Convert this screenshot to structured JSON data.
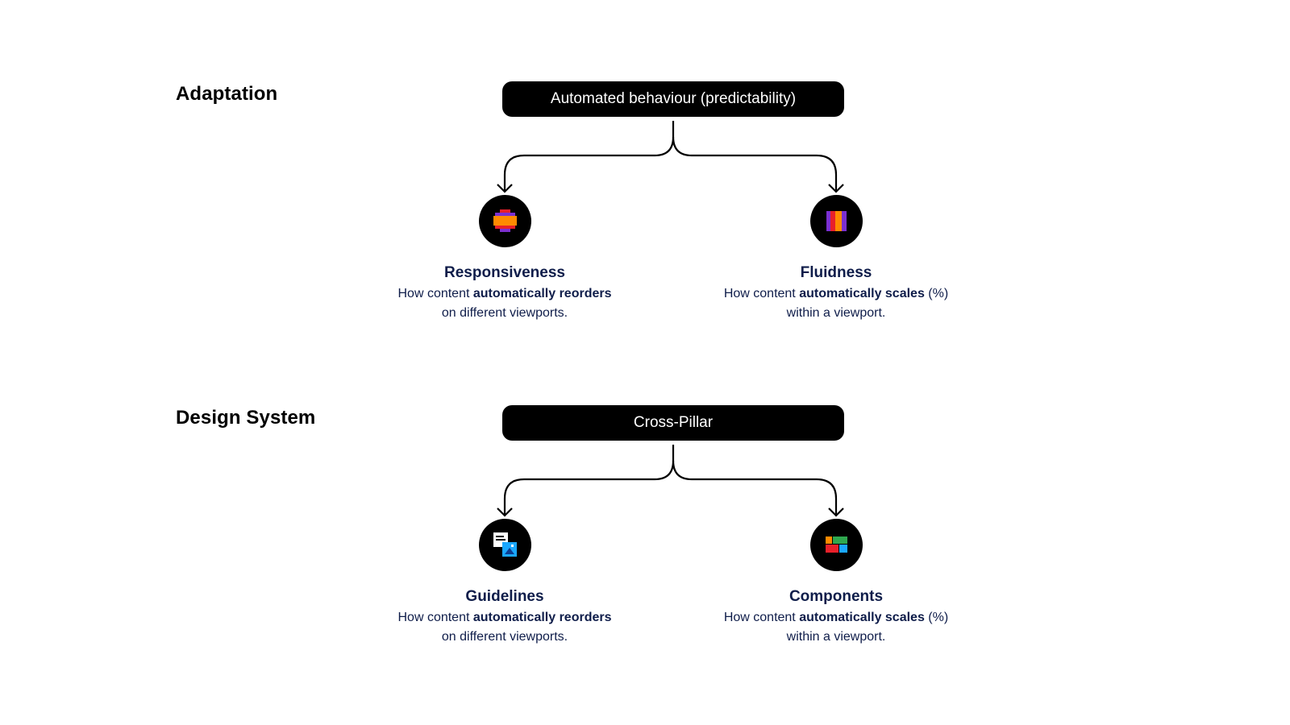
{
  "sections": [
    {
      "title": "Adaptation",
      "root": "Automated behaviour (predictability)",
      "nodes": [
        {
          "title": "Responsiveness",
          "icon": "responsive-stack-icon",
          "desc_pre": "How content ",
          "desc_bold": "automatically reorders",
          "desc_mid": "",
          "desc_line2": "on different viewports."
        },
        {
          "title": "Fluidness",
          "icon": "fluid-columns-icon",
          "desc_pre": "How content ",
          "desc_bold": "automatically scales",
          "desc_mid": " (%)",
          "desc_line2": "within a viewport."
        }
      ]
    },
    {
      "title": "Design System",
      "root": "Cross-Pillar",
      "nodes": [
        {
          "title": "Guidelines",
          "icon": "document-image-icon",
          "desc_pre": "How content ",
          "desc_bold": "automatically reorders",
          "desc_mid": "",
          "desc_line2": "on different viewports."
        },
        {
          "title": "Components",
          "icon": "component-blocks-icon",
          "desc_pre": "How content ",
          "desc_bold": "automatically scales",
          "desc_mid": " (%)",
          "desc_line2": "within a viewport."
        }
      ]
    }
  ],
  "colors": {
    "pill_bg": "#000000",
    "text_dark": "#0f1d4a",
    "icon_orange": "#ff8a00",
    "icon_red": "#e8202a",
    "icon_purple": "#7b2fd0",
    "icon_blue": "#1aa7ff",
    "icon_green": "#2fa84f"
  }
}
